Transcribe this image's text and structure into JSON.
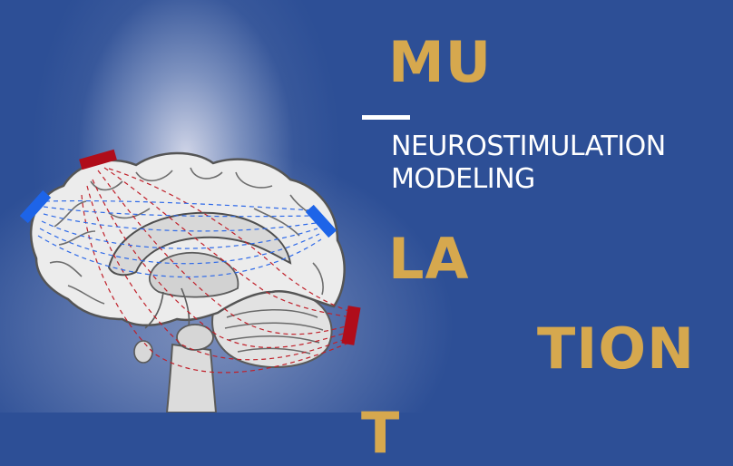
{
  "title_words": [
    "MU",
    "LA",
    "TION",
    "T"
  ],
  "subtitle_lines": [
    "NEUROSTIMULATION",
    "MODELING"
  ],
  "colors": {
    "background": "#2d4f96",
    "accent": "#d6a84e",
    "text": "#ffffff",
    "electrode_red": "#b00d1a",
    "electrode_blue": "#1d64e8"
  },
  "illustration": "brain-sagittal-section-with-electrodes"
}
